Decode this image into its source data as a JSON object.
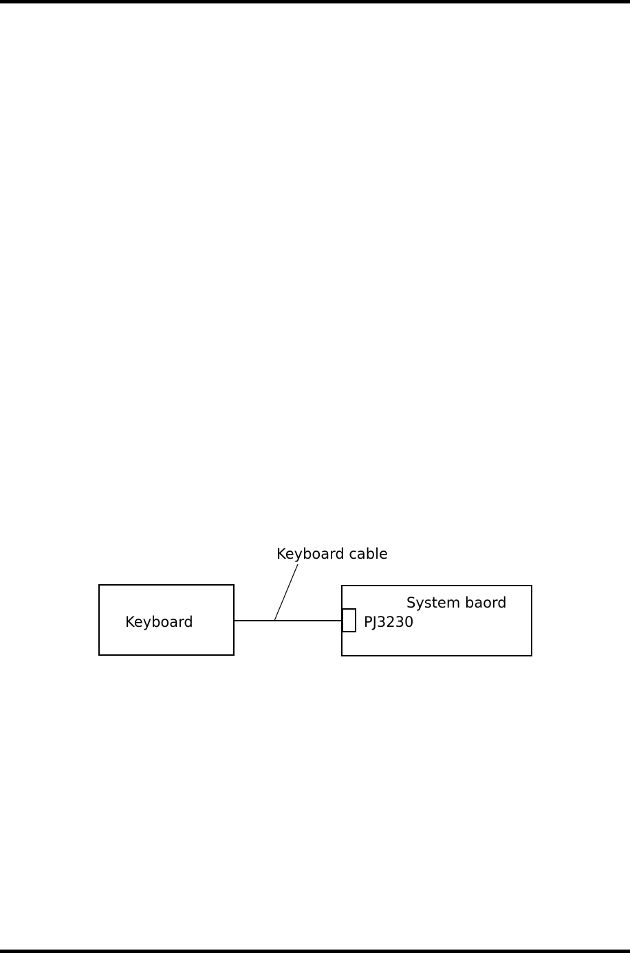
{
  "diagram": {
    "cable_label": "Keyboard cable",
    "keyboard_label": "Keyboard",
    "system_board_label": "System baord",
    "connector_label": "PJ3230"
  }
}
